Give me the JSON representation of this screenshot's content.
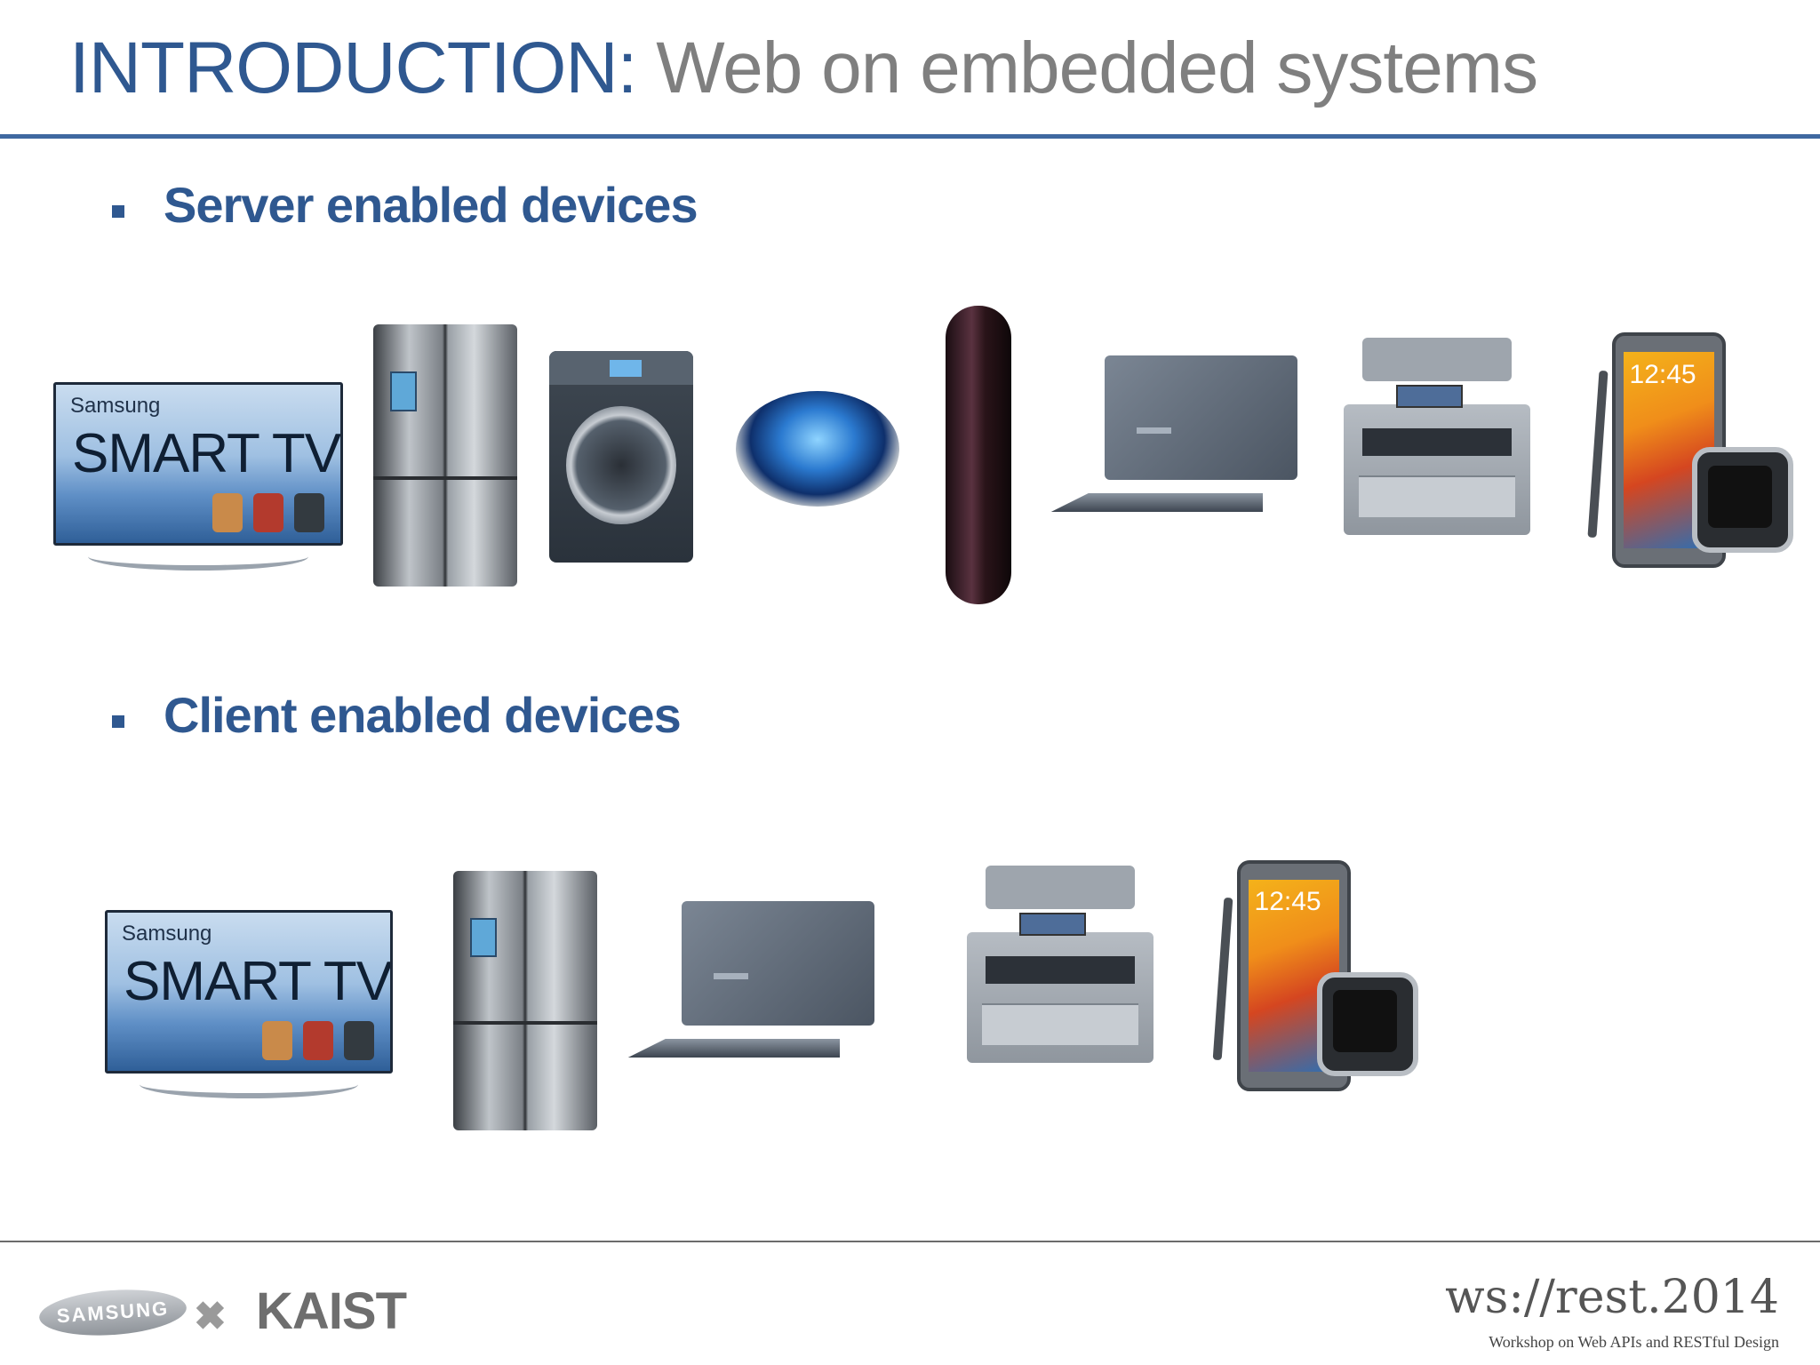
{
  "slide": {
    "title_strong": "INTRODUCTION:",
    "title_light": "Web on embedded systems",
    "colors": {
      "accent": "#2f5890",
      "rule": "#3f68a0",
      "subtitle_gray": "#7f7f7f"
    }
  },
  "sections": [
    {
      "label": "Server enabled devices",
      "devices": [
        "smart-tv",
        "refrigerator",
        "washing-machine",
        "robot-vacuum",
        "air-purifier",
        "laptop",
        "printer",
        "phone-and-smartwatch"
      ]
    },
    {
      "label": "Client enabled devices",
      "devices": [
        "smart-tv",
        "refrigerator",
        "laptop",
        "printer",
        "phone-and-smartwatch"
      ]
    }
  ],
  "device_text": {
    "tv_brand": "Samsung",
    "tv_logo": "SMART TV",
    "phone_time": "12:45"
  },
  "footer": {
    "samsung_logo": "SAMSUNG",
    "connector": "✖",
    "kaist_logo": "KAIST",
    "event_logo": "ws://rest.2014",
    "event_subtitle": "Workshop on Web APIs and RESTful Design"
  }
}
